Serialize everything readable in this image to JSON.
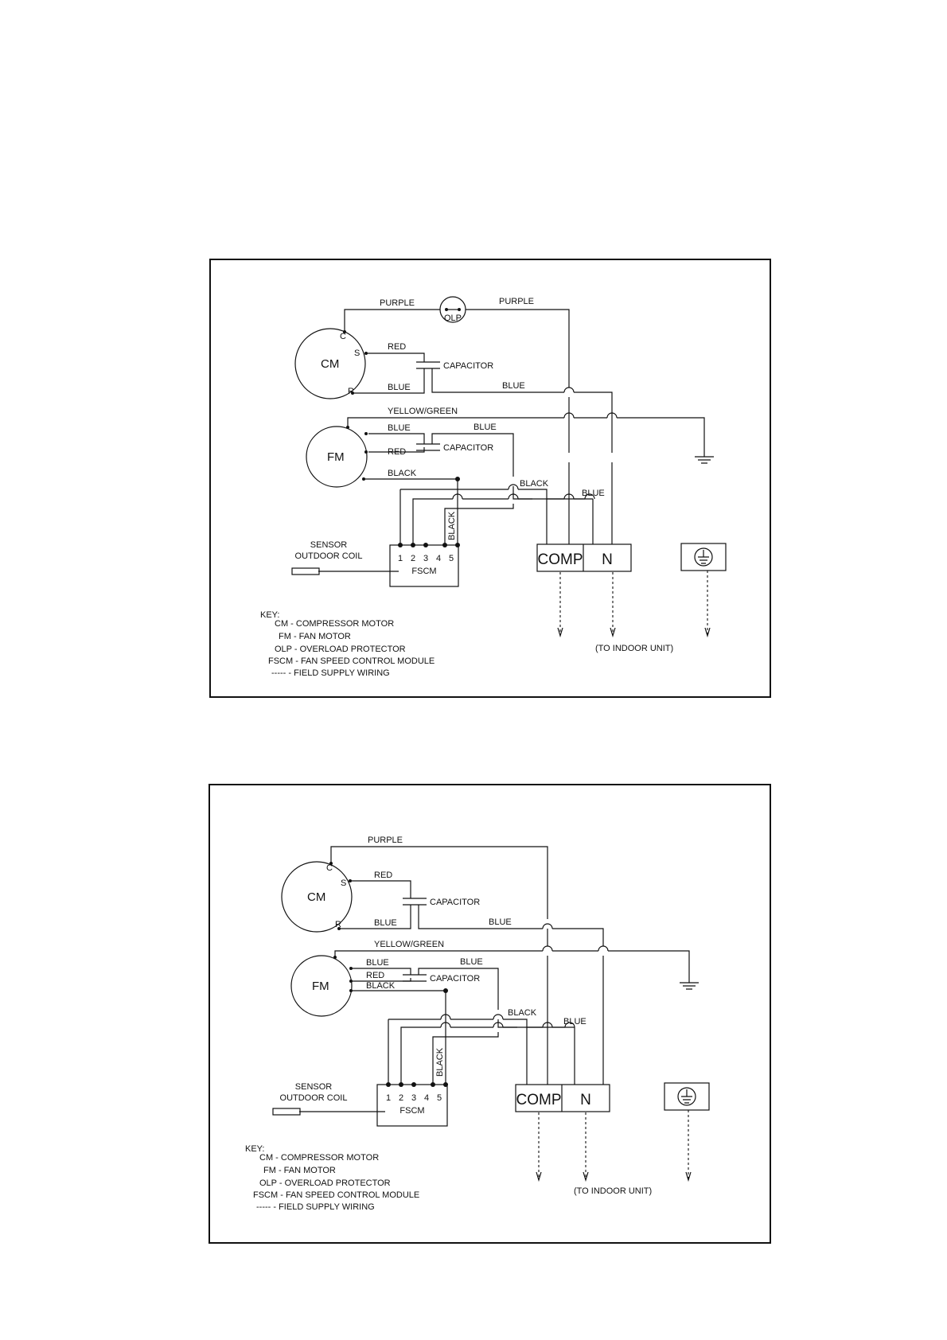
{
  "diagrams": [
    {
      "wires": {
        "top_left": "PURPLE",
        "top_right": "PURPLE",
        "cm_red": "RED",
        "cm_blue": "BLUE",
        "cm_blue_long": "BLUE",
        "yellow_green": "YELLOW/GREEN",
        "fm_blue": "BLUE",
        "fm_blue_right": "BLUE",
        "fm_red": "RED",
        "fm_black": "BLACK",
        "black_mid": "BLACK",
        "black_vertical": "BLACK",
        "blue_terminal": "BLUE"
      },
      "components": {
        "olp": "OLP",
        "cm": "CM",
        "fm": "FM",
        "c": "C",
        "s": "S",
        "r": "R",
        "capacitor_1": "CAPACITOR",
        "capacitor_2": "CAPACITOR",
        "fscm": "FSCM",
        "pins": [
          "1",
          "2",
          "3",
          "4",
          "5"
        ],
        "comp": "COMP",
        "n": "N",
        "sensor_line1": "OUTDOOR COIL",
        "sensor_line2": "SENSOR",
        "to_indoor": "(TO INDOOR UNIT)"
      },
      "key": {
        "title": "KEY:",
        "items": [
          "CM  - COMPRESSOR MOTOR",
          "FM  - FAN MOTOR",
          "OLP  - OVERLOAD PROTECTOR",
          "FSCM  - FAN SPEED CONTROL MODULE",
          "-----  - FIELD SUPPLY WIRING"
        ]
      }
    },
    {
      "wires": {
        "top": "PURPLE",
        "cm_red": "RED",
        "cm_blue": "BLUE",
        "cm_blue_long": "BLUE",
        "yellow_green": "YELLOW/GREEN",
        "fm_blue": "BLUE",
        "fm_blue_right": "BLUE",
        "fm_red": "RED",
        "fm_black": "BLACK",
        "black_mid": "BLACK",
        "black_vertical": "BLACK",
        "blue_terminal": "BLUE"
      },
      "components": {
        "cm": "CM",
        "fm": "FM",
        "c": "C",
        "s": "S",
        "r": "R",
        "capacitor_1": "CAPACITOR",
        "capacitor_2": "CAPACITOR",
        "fscm": "FSCM",
        "pins": [
          "1",
          "2",
          "3",
          "4",
          "5"
        ],
        "comp": "COMP",
        "n": "N",
        "sensor_line1": "OUTDOOR COIL",
        "sensor_line2": "SENSOR",
        "to_indoor": "(TO INDOOR UNIT)"
      },
      "key": {
        "title": "KEY:",
        "items": [
          "CM  - COMPRESSOR MOTOR",
          "FM  - FAN MOTOR",
          "OLP  - OVERLOAD PROTECTOR",
          "FSCM  - FAN SPEED CONTROL MODULE",
          "-----  - FIELD SUPPLY WIRING"
        ]
      }
    }
  ]
}
